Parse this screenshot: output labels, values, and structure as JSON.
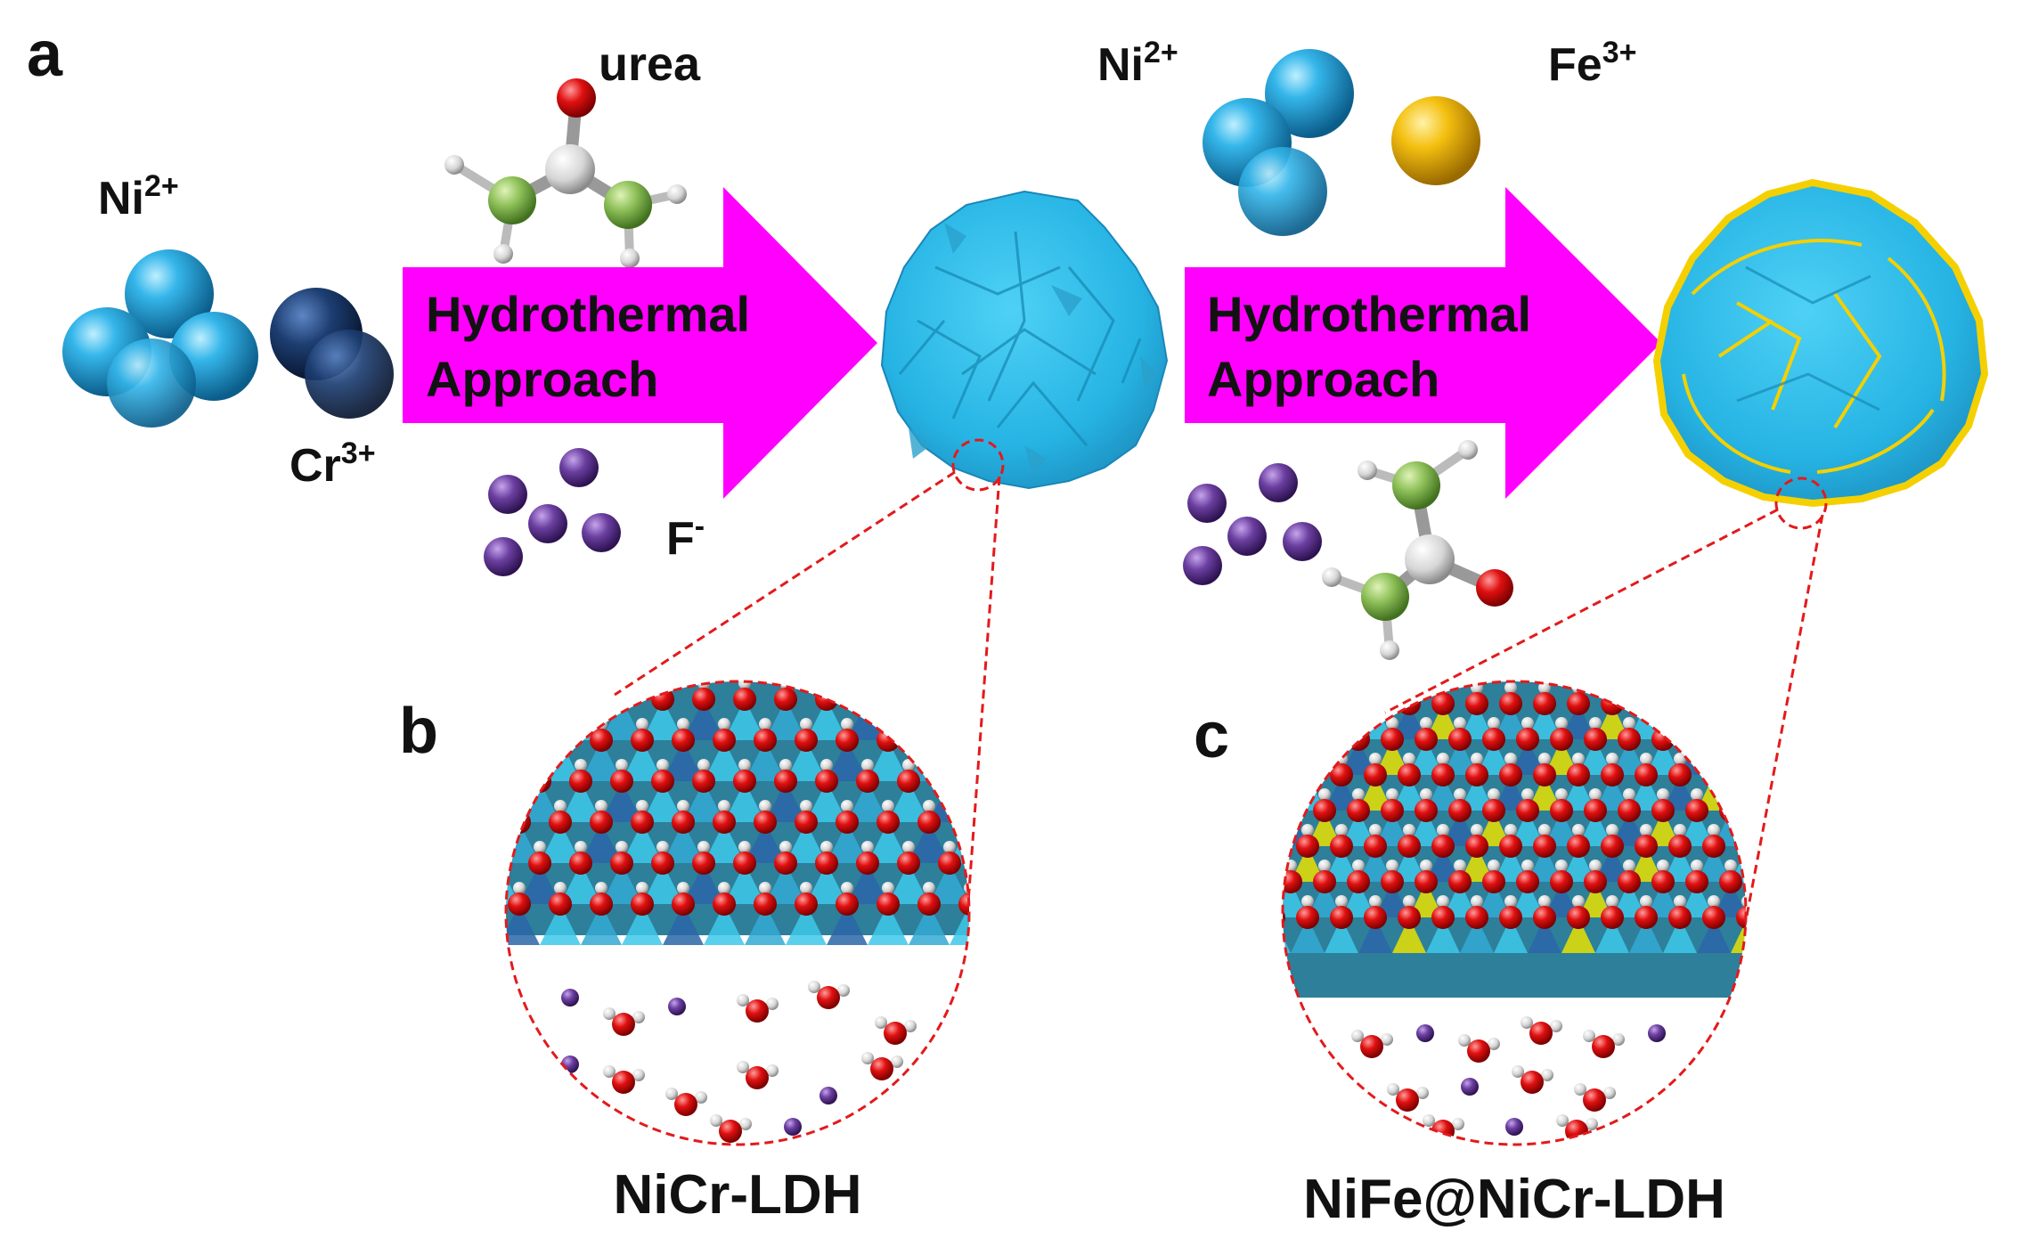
{
  "panels": {
    "a": "a",
    "b": "b",
    "c": "c"
  },
  "step1": {
    "ion_ni": "Ni",
    "ion_ni_charge": "2+",
    "ion_cr": "Cr",
    "ion_cr_charge": "3+",
    "reagent": "urea",
    "anion": "F",
    "anion_charge": "-",
    "arrow_line1": "Hydrothermal",
    "arrow_line2": "Approach"
  },
  "step2": {
    "ion_ni": "Ni",
    "ion_ni_charge": "2+",
    "ion_fe": "Fe",
    "ion_fe_charge": "3+",
    "arrow_line1": "Hydrothermal",
    "arrow_line2": "Approach"
  },
  "products": {
    "b_label": "NiCr-LDH",
    "c_label": "NiFe@NiCr-LDH"
  },
  "colors": {
    "arrow": "#ff00ff",
    "ni": "#29a9e0",
    "cr": "#1b3a6b",
    "fe": "#f2b200",
    "fluoride": "#6b3fa0",
    "oxygen": "#e31a1c",
    "hydrogen": "#e6e6e6",
    "nitrogen": "#8fc15a",
    "carbon": "#d8d8d8",
    "ldh_sheet": "#3ec8ea",
    "zoom_line": "#e31a1c",
    "fe_shell": "#f5d000"
  }
}
